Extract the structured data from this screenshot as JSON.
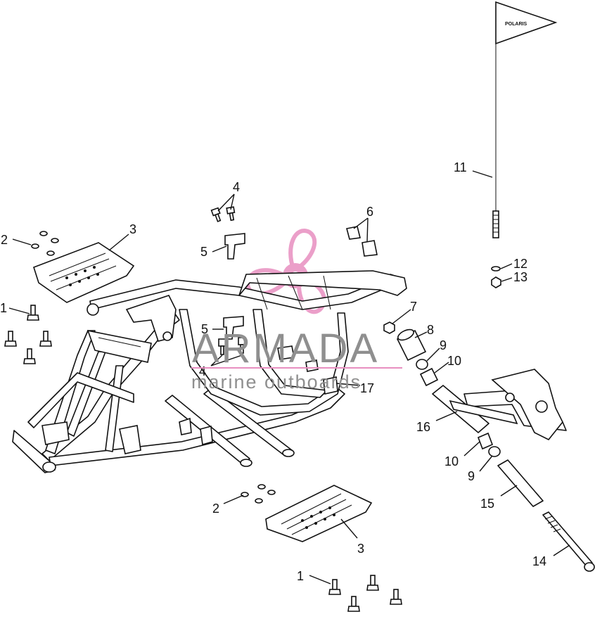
{
  "watermark": {
    "brand": "ARMADA",
    "tagline": "marine outboards",
    "accent_color": "#e88fc0",
    "text_color": "#8f8f8f"
  },
  "flag": {
    "text": "POLARIS"
  },
  "callouts": [
    {
      "id": "c1a",
      "label": "1"
    },
    {
      "id": "c1b",
      "label": "1"
    },
    {
      "id": "c2a",
      "label": "2"
    },
    {
      "id": "c2b",
      "label": "2"
    },
    {
      "id": "c3a",
      "label": "3"
    },
    {
      "id": "c3b",
      "label": "3"
    },
    {
      "id": "c4a",
      "label": "4"
    },
    {
      "id": "c4b",
      "label": "4"
    },
    {
      "id": "c5a",
      "label": "5"
    },
    {
      "id": "c5b",
      "label": "5"
    },
    {
      "id": "c6",
      "label": "6"
    },
    {
      "id": "c7",
      "label": "7"
    },
    {
      "id": "c8",
      "label": "8"
    },
    {
      "id": "c9a",
      "label": "9"
    },
    {
      "id": "c9b",
      "label": "9"
    },
    {
      "id": "c10a",
      "label": "10"
    },
    {
      "id": "c10b",
      "label": "10"
    },
    {
      "id": "c11",
      "label": "11"
    },
    {
      "id": "c12",
      "label": "12"
    },
    {
      "id": "c13",
      "label": "13"
    },
    {
      "id": "c14",
      "label": "14"
    },
    {
      "id": "c15",
      "label": "15"
    },
    {
      "id": "c16",
      "label": "16"
    },
    {
      "id": "c17",
      "label": "17"
    }
  ]
}
